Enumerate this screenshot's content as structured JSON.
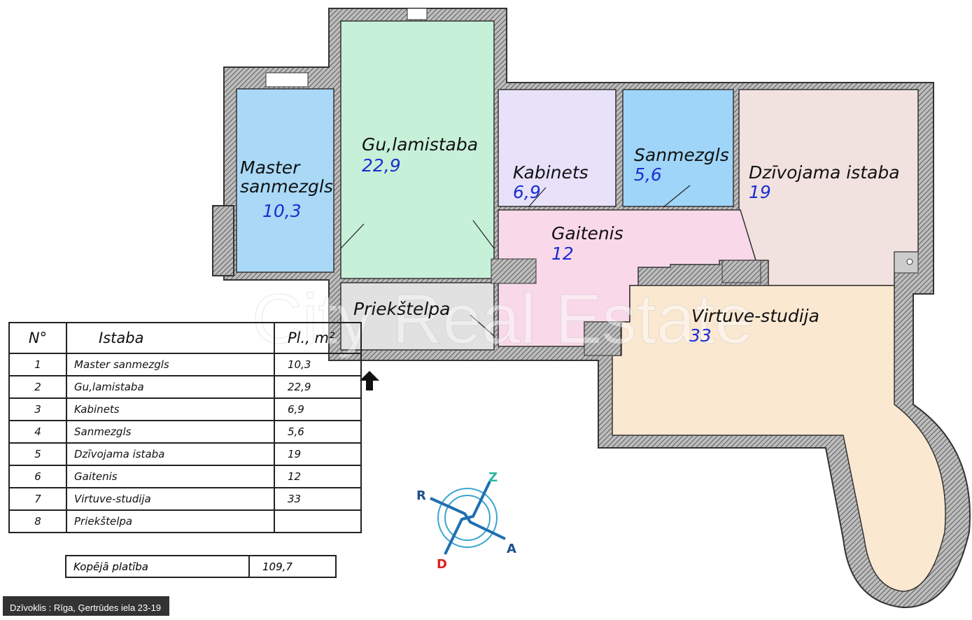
{
  "plan": {
    "watermark": "City Real Estate",
    "rooms": [
      {
        "name": "Master sanmezgls",
        "line1": "Master",
        "line2": "sanmezgls",
        "area": "10,3",
        "color": "#a9d9f7"
      },
      {
        "name": "Gu,lamistaba",
        "area": "22,9",
        "color": "#c7f0d9"
      },
      {
        "name": "Kabinets",
        "area": "6,9",
        "color": "#e7e1fa"
      },
      {
        "name": "Sanmezgls",
        "area": "5,6",
        "color": "#9fd5f8"
      },
      {
        "name": "Dzīvojama istaba",
        "area": "19",
        "color": "#f1e1df"
      },
      {
        "name": "Gaitenis",
        "area": "12",
        "color": "#f9d9e9"
      },
      {
        "name": "Virtuve-studija",
        "area": "33",
        "color": "#fbe8d1"
      },
      {
        "name": "Priekštelpa",
        "color": "#e1e1e1"
      }
    ],
    "entrance_icon": "arrow-up-icon"
  },
  "compass": {
    "n": "Z",
    "s": "D",
    "e": "A",
    "w": "R"
  },
  "table": {
    "headers": [
      "N°",
      "Istaba",
      "Pl., m²"
    ],
    "rows": [
      [
        "1",
        "Master sanmezgls",
        "10,3"
      ],
      [
        "2",
        "Gu,lamistaba",
        "22,9"
      ],
      [
        "3",
        "Kabinets",
        "6,9"
      ],
      [
        "4",
        "Sanmezgls",
        "5,6"
      ],
      [
        "5",
        "Dzīvojama istaba",
        "19"
      ],
      [
        "6",
        "Gaitenis",
        "12"
      ],
      [
        "7",
        "Virtuve-studija",
        "33"
      ],
      [
        "8",
        "Priekštelpa",
        ""
      ]
    ],
    "total_label": "Kopējā platība",
    "total_value": "109,7"
  },
  "caption": "Dzīvoklis : Rīga, Ģertrūdes iela 23-19"
}
